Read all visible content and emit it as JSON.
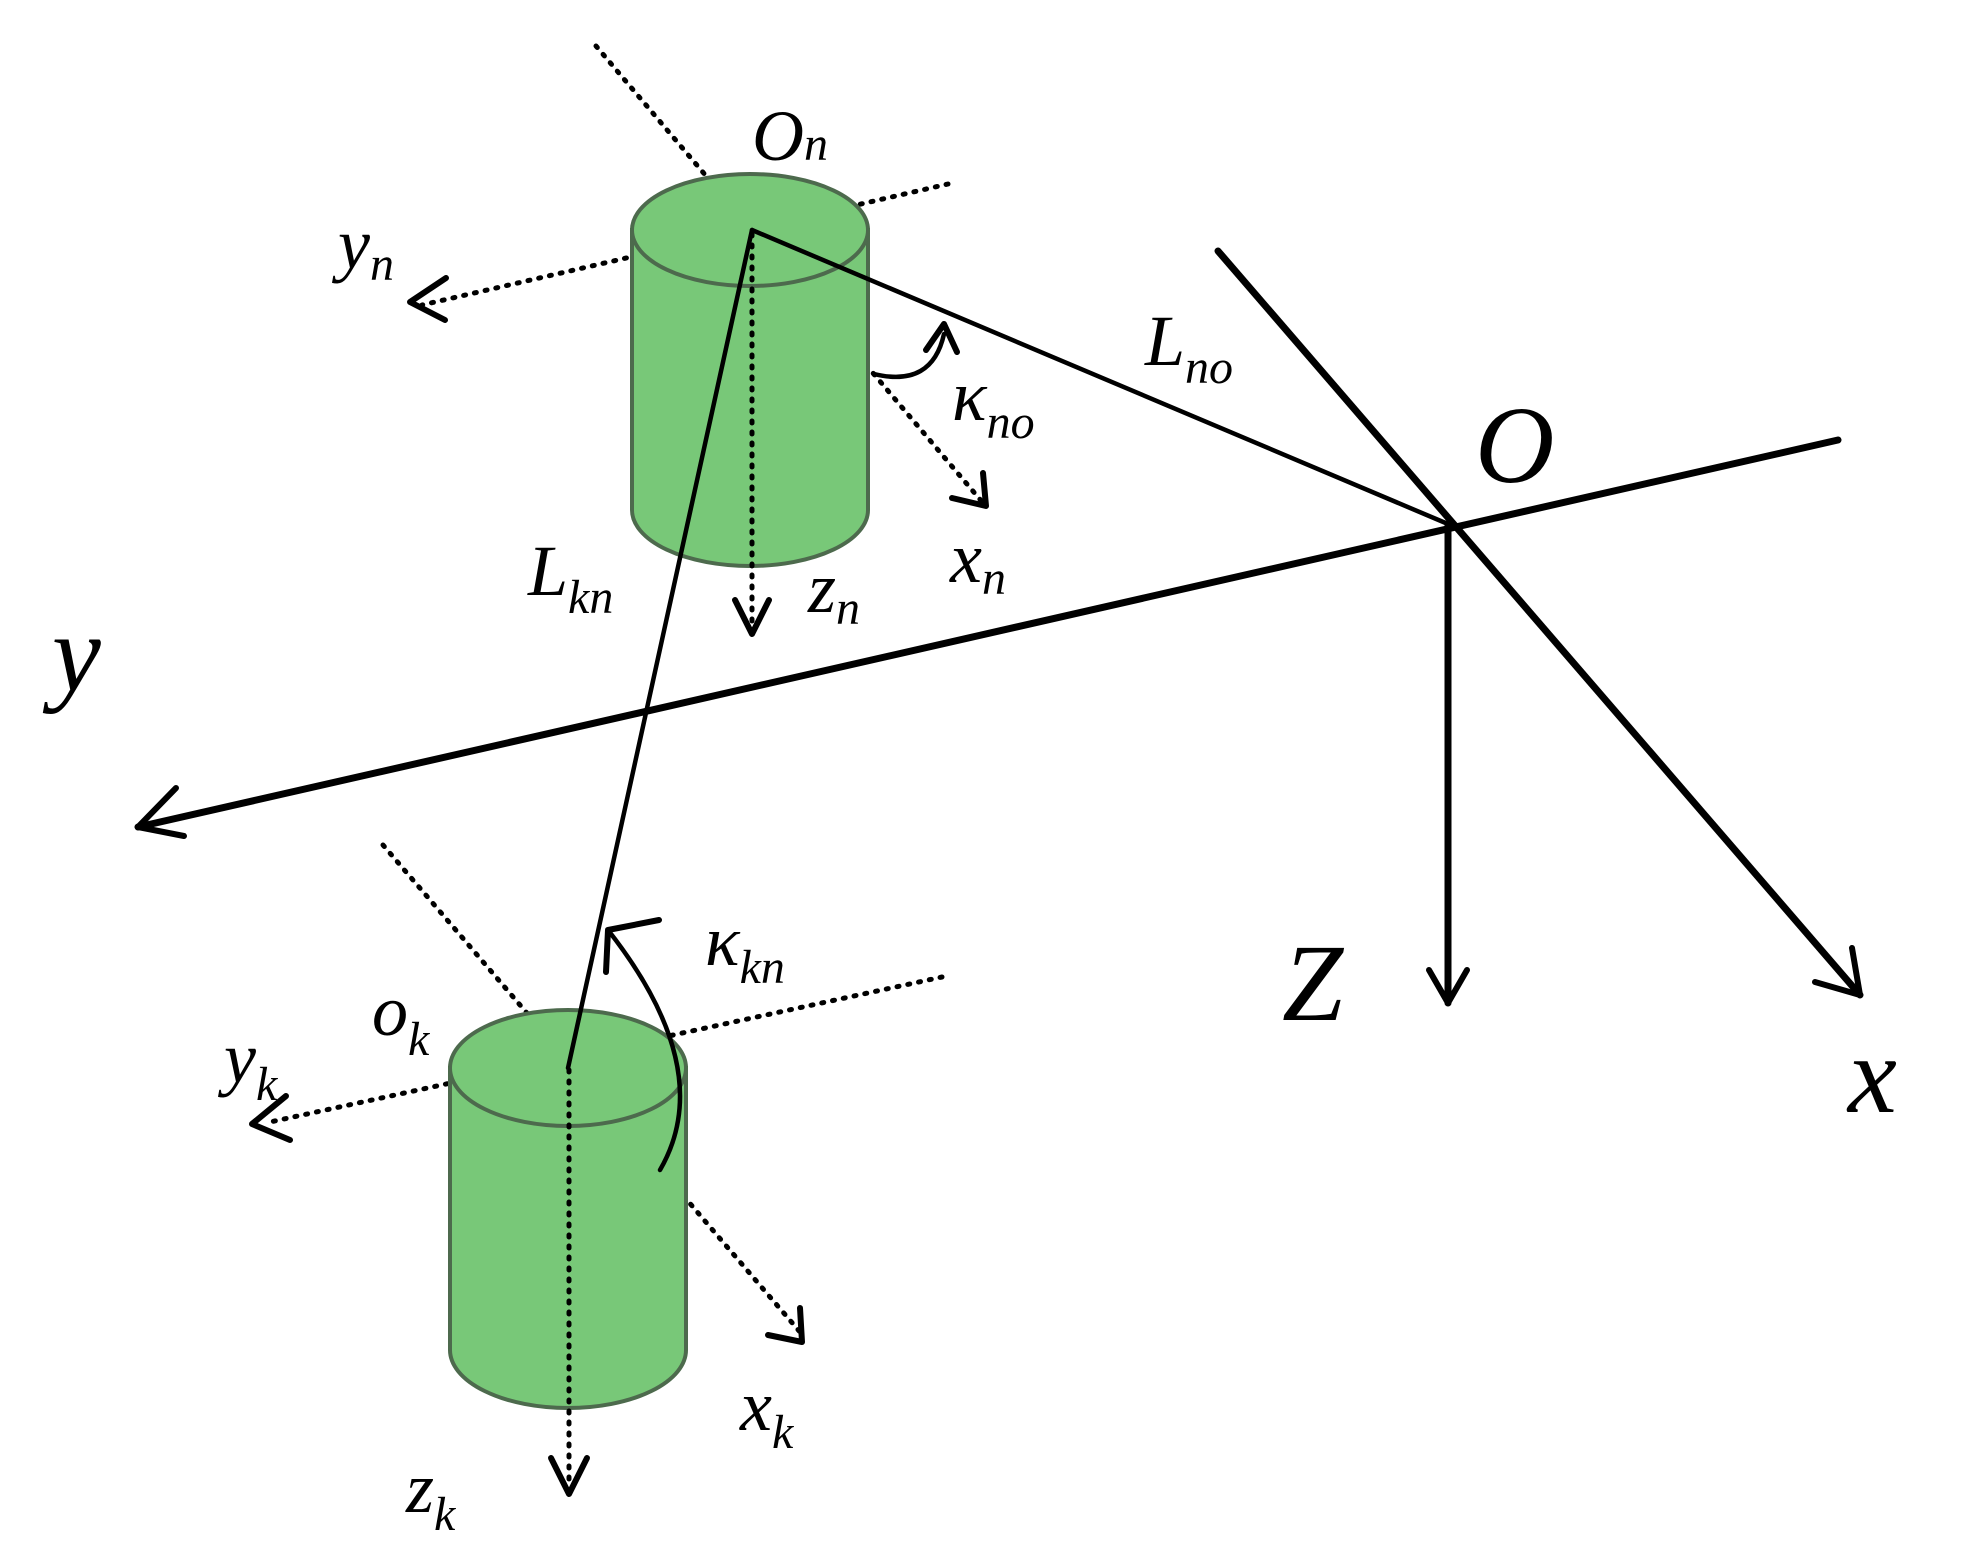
{
  "colors": {
    "cylinder_fill": "#78c878",
    "cylinder_stroke": "#4d6a4d",
    "line": "#000000",
    "background": "#ffffff"
  },
  "labels": {
    "global_origin": "O",
    "global_x": "x",
    "global_y": "y",
    "global_z": "Z",
    "body_n": {
      "origin_main": "O",
      "origin_sub": "n",
      "x_main": "x",
      "x_sub": "n",
      "y_main": "y",
      "y_sub": "n",
      "z_main": "z",
      "z_sub": "n"
    },
    "body_k": {
      "origin_main": "o",
      "origin_sub": "k",
      "x_main": "x",
      "x_sub": "k",
      "y_main": "y",
      "y_sub": "k",
      "z_main": "z",
      "z_sub": "k"
    },
    "L_no": {
      "main": "L",
      "sub": "no"
    },
    "L_kn": {
      "main": "L",
      "sub": "kn"
    },
    "kappa_no": {
      "main": "κ",
      "sub": "no"
    },
    "kappa_kn": {
      "main": "κ",
      "sub": "kn"
    }
  }
}
